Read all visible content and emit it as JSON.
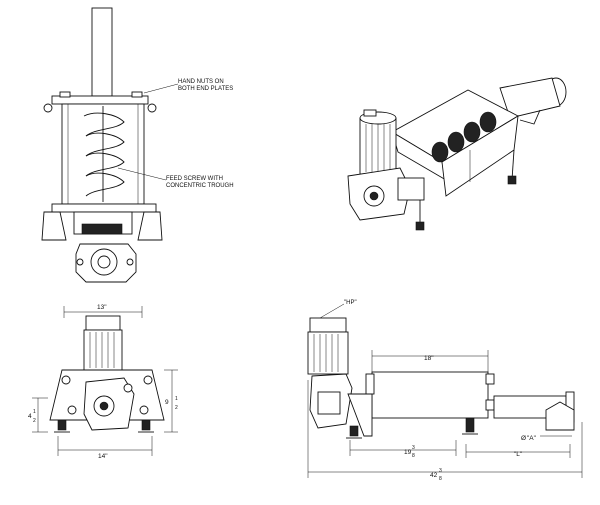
{
  "labels": {
    "hand_nuts_1": "HAND NUTS ON",
    "hand_nuts_2": "BOTH END PLATES",
    "feed_screw_1": "FEED SCREW WITH",
    "feed_screw_2": "CONCENTRIC TROUGH",
    "hp": "\"HP\""
  },
  "dimensions": {
    "width_top": "13\"",
    "width_base": "14\"",
    "height_left_whole": "4",
    "height_left_num": "1",
    "height_left_den": "2",
    "height_right_whole": "9",
    "height_right_num": "1",
    "height_right_den": "2",
    "trough_length": "18\"",
    "inlet_offset_whole": "19",
    "inlet_offset_num": "3",
    "inlet_offset_den": "8",
    "length_L": "\"L\"",
    "outlet_dia": "\"A\"",
    "dia_symbol": "Ø",
    "overall_whole": "42",
    "overall_num": "3",
    "overall_den": "8"
  }
}
